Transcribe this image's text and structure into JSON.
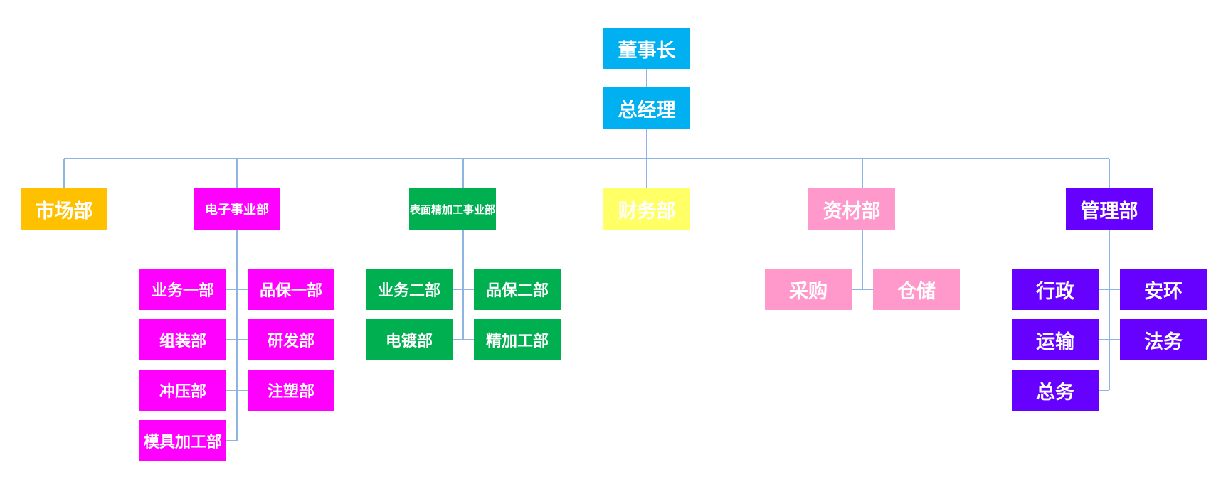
{
  "colors": {
    "line": "#8eb4e3",
    "top": "#00b0f0",
    "market": "#ffc000",
    "electronics": "#ff00ff",
    "surface": "#00b050",
    "finance": "#ffff66",
    "materials": "#ff99cc",
    "management": "#6600ff"
  },
  "chairman": "董事长",
  "gm": "总经理",
  "departments": {
    "market": "市场部",
    "electronics": "电子事业部",
    "surface": "表面精加工事业部",
    "finance": "财务部",
    "materials": "资材部",
    "management": "管理部"
  },
  "electronics_units": [
    "业务一部",
    "品保一部",
    "组装部",
    "研发部",
    "冲压部",
    "注塑部",
    "模具加工部"
  ],
  "surface_units": [
    "业务二部",
    "品保二部",
    "电镀部",
    "精加工部"
  ],
  "materials_units": [
    "采购",
    "仓储"
  ],
  "management_units": [
    "行政",
    "安环",
    "运输",
    "法务",
    "总务"
  ]
}
